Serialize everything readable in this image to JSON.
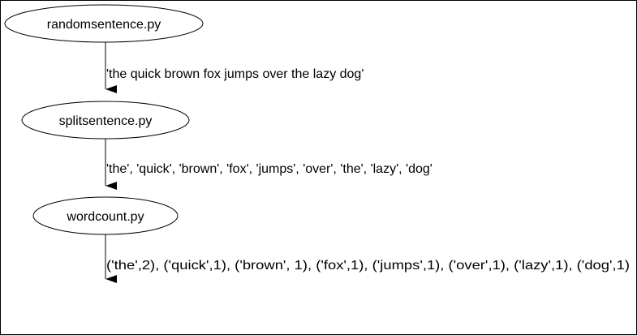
{
  "nodes": [
    {
      "label": "randomsentence.py"
    },
    {
      "label": "splitsentence.py"
    },
    {
      "label": "wordcount.py"
    }
  ],
  "edges": [
    {
      "label": "'the quick brown fox jumps over the lazy dog'"
    },
    {
      "label": "'the', 'quick', 'brown', 'fox', 'jumps', 'over', 'the', 'lazy', 'dog'"
    },
    {
      "label": "('the',2), ('quick',1), ('brown', 1), ('fox',1), ('jumps',1), ('over',1), ('lazy',1), ('dog',1)"
    }
  ]
}
